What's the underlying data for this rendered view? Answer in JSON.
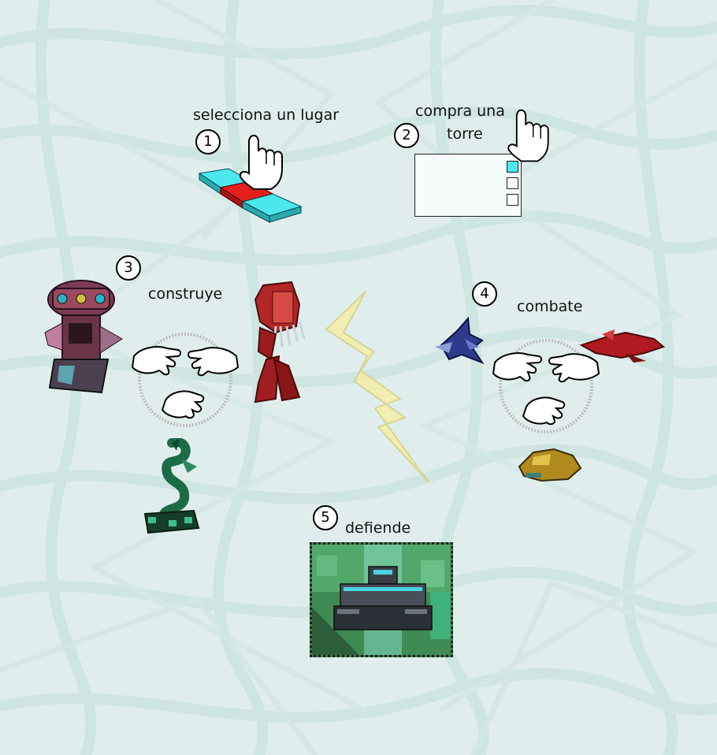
{
  "steps": [
    {
      "num": "1",
      "label": "selecciona un lugar"
    },
    {
      "num": "2",
      "label": "compra una",
      "label2": "torre"
    },
    {
      "num": "3",
      "label": "construye"
    },
    {
      "num": "4",
      "label": "combate"
    },
    {
      "num": "5",
      "label": "defiende"
    }
  ],
  "colors": {
    "background": "#dfeeed",
    "tile_cyan": "#4de8ee",
    "tile_red": "#e61e1e",
    "shop_selected": "#4de8ee",
    "lightning": "#f2eeaa"
  },
  "icons": {
    "pointer": "pointing-hand-icon",
    "gesture": "open-hands-circle-icon"
  }
}
